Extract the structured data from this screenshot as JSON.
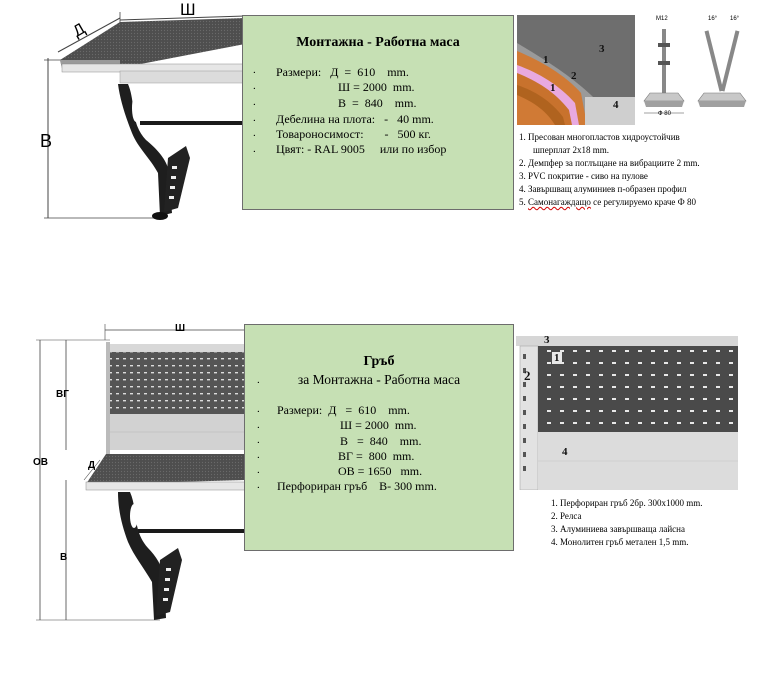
{
  "top": {
    "dims": {
      "d": "Д",
      "sh": "Ш",
      "v": "В"
    },
    "spec": {
      "title": "Монтажна - Работна маса",
      "lines": [
        "Размери:   Д  =  610    mm.",
        "Ш = 2000  mm.",
        "В  =  840    mm.",
        "Дебелина на плота:   -   40 mm.",
        "Товароносимост:       -   500 кг.",
        "Цвят: - RAL 9005     или по избор"
      ]
    },
    "detail_numbers": [
      "1",
      "2",
      "1",
      "3",
      "4"
    ],
    "foot_labels": [
      "M12",
      "16°",
      "16°",
      "Ф 80"
    ],
    "notes": [
      "1.  Пресован многопластов хидроустойчив",
      "шперплат 2х18 mm.",
      "2. Демпфер за поглъщане на вибрациите 2 mm.",
      "3. PVC покритие - сиво на пулове",
      "4. Завършващ алуминиев п-образен профил",
      "5. ",
      "Самонагаждащо",
      " се регулируемо краче Ф 80"
    ]
  },
  "bottom": {
    "dims": {
      "sh": "Ш",
      "vg": "ВГ",
      "ov": "ОВ",
      "d": "Д",
      "v": "В"
    },
    "spec": {
      "title": "Гръб",
      "subtitle": "за Монтажна - Работна маса",
      "lines": [
        "Размери:  Д   =  610    mm.",
        "Ш = 2000  mm.",
        "В   =  840    mm.",
        "ВГ =  800  mm.",
        "ОВ = 1650   mm.",
        "Перфориран гръб    В- 300 mm."
      ]
    },
    "detail_numbers": [
      "3",
      "1",
      "2",
      "4"
    ],
    "notes": [
      "1. Перфориран гръб 2бр. 300х1000 mm.",
      "2. Релса",
      "3. Алуминиева завършваща лайсна",
      "4. Монолитен гръб метален 1,5 mm."
    ]
  }
}
